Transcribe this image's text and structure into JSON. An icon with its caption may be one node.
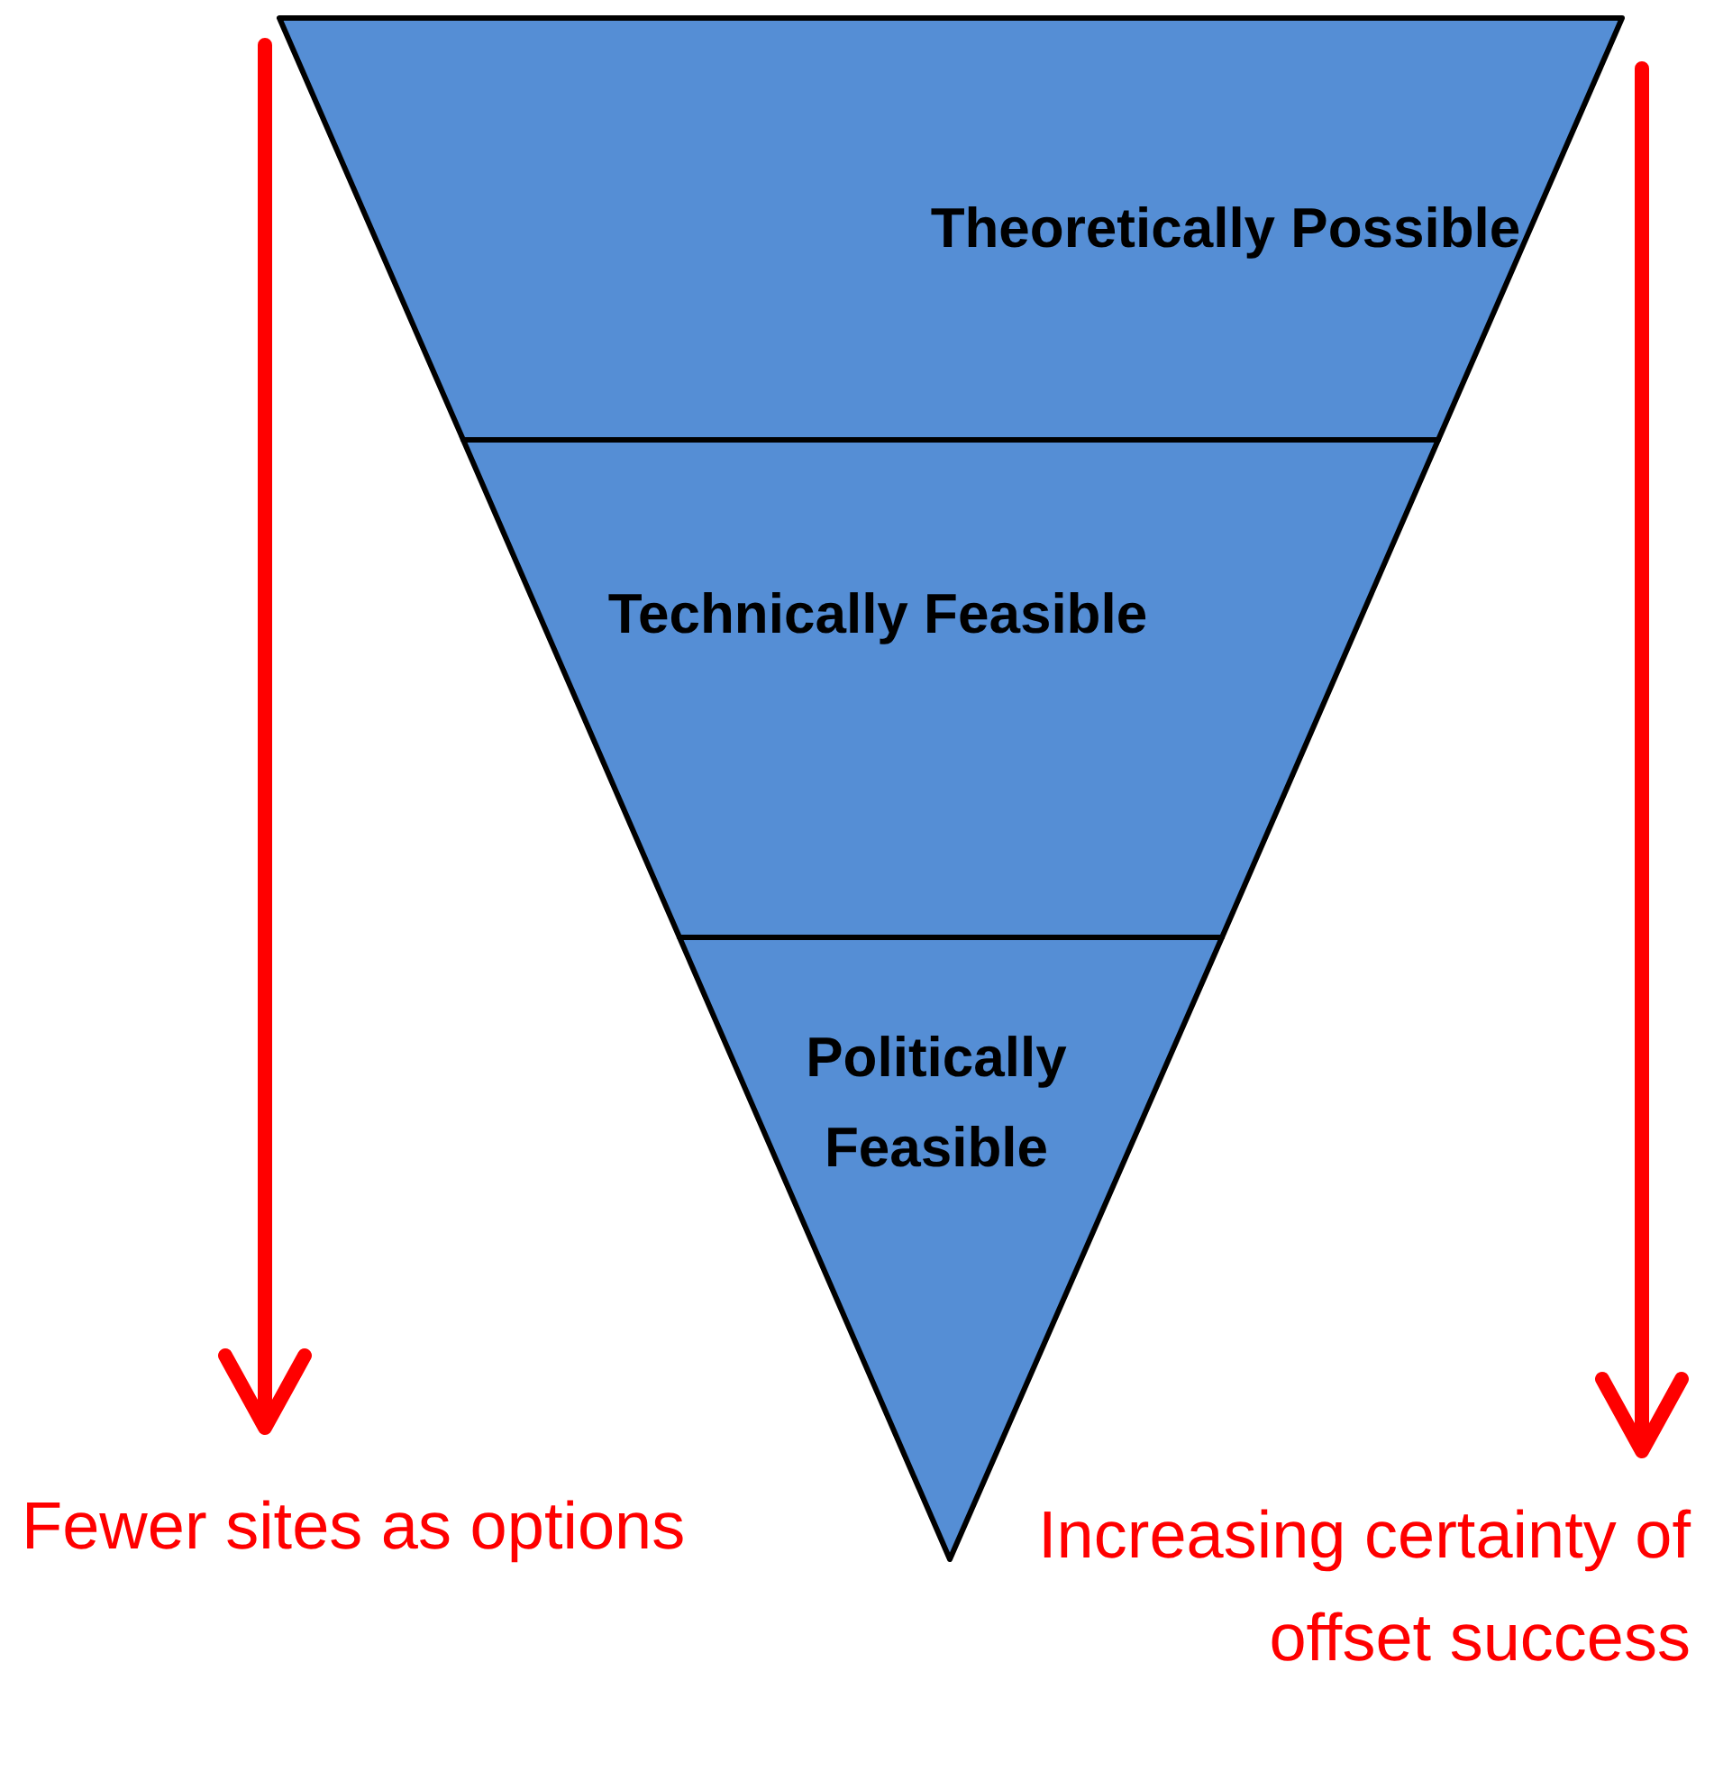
{
  "diagram": {
    "nodes": [
      {
        "text": [
          "Theoretically Possible"
        ]
      },
      {
        "text": [
          "Technically Feasible"
        ]
      },
      {
        "text": [
          "Politically Feasible"
        ]
      }
    ],
    "labels": [
      "Fewer sites as options",
      "Increasing certainty of offset success"
    ]
  }
}
